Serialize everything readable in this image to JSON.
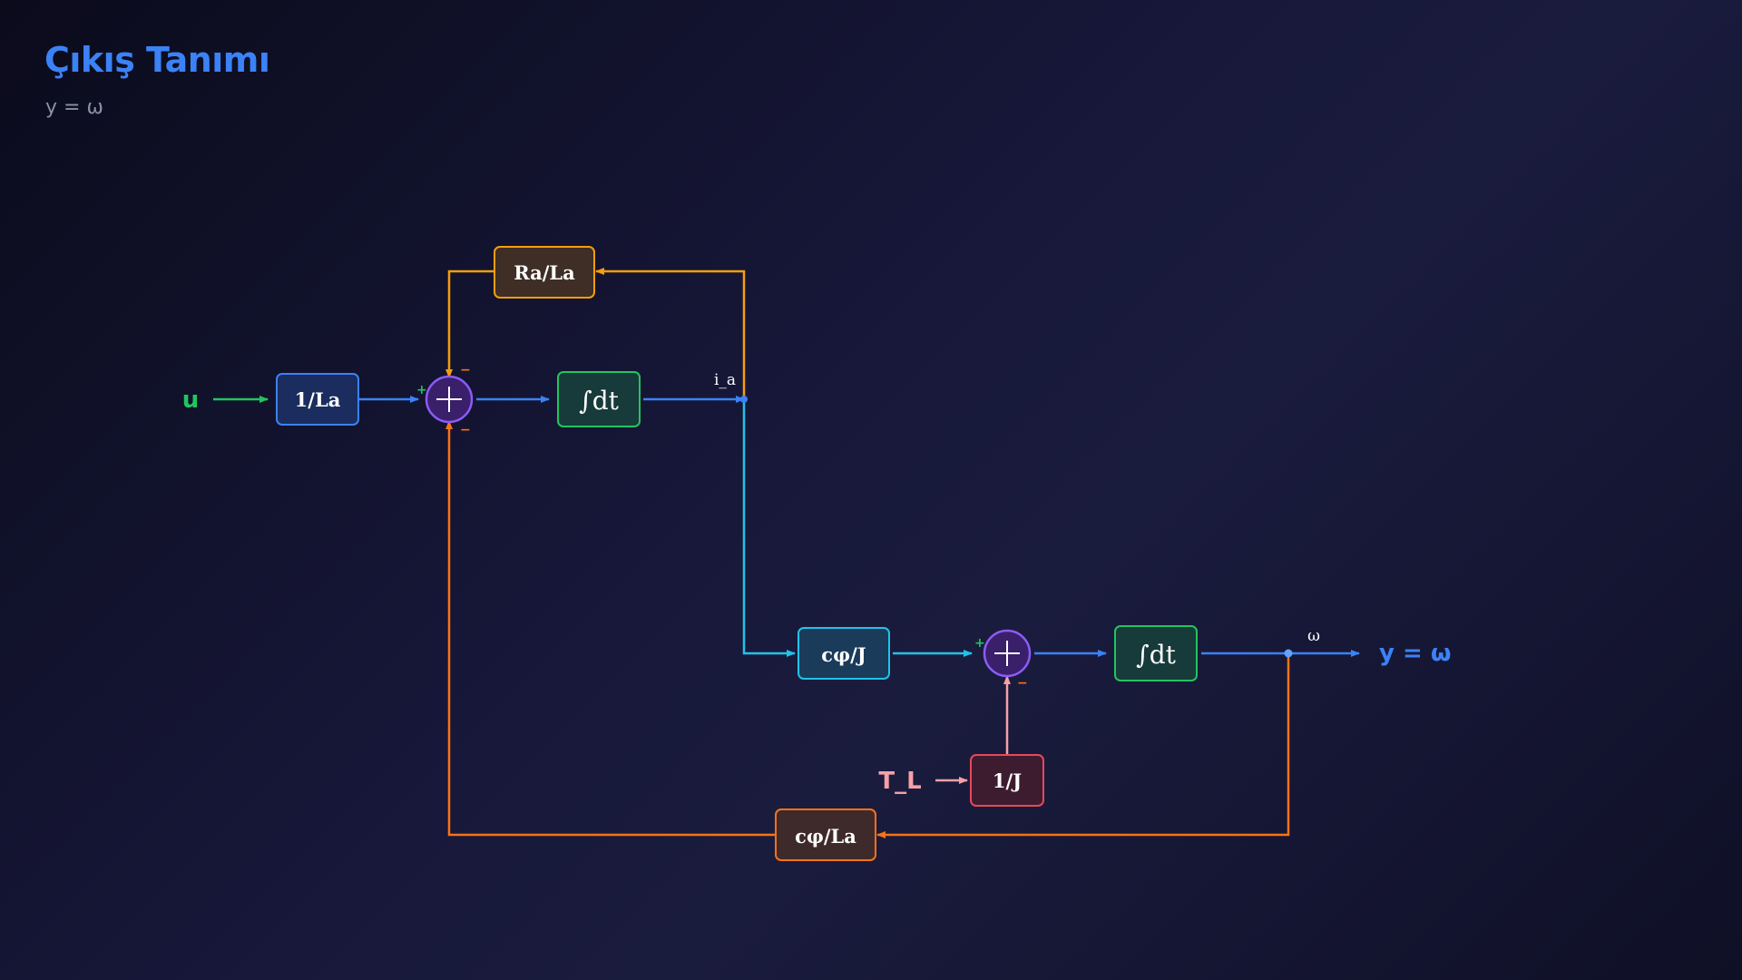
{
  "title": "Çıkış Tanımı",
  "subtitle": "y = ω",
  "signals": {
    "input_u": "u",
    "disturbance": "T_L",
    "output": "y = ω",
    "node_current": "i_a",
    "node_speed": "ω"
  },
  "blocks": {
    "gain_1_la": "1/La",
    "ra_la": "Ra/La",
    "integrator_1": "∫dt",
    "cphi_j": "cφ/J",
    "integrator_2": "∫dt",
    "inv_j": "1/J",
    "cphi_la": "cφ/La"
  },
  "signs": {
    "sum1_plus": "+",
    "sum1_top_minus": "−",
    "sum1_bottom_minus": "−",
    "sum2_plus": "+",
    "sum2_minus": "−"
  },
  "colors": {
    "input": "#22c55e",
    "forward": "#3b82f6",
    "current_path": "#22c3e8",
    "feedback_ra": "#f59e0b",
    "feedback_cphi": "#f97316",
    "disturbance": "#f5a0a8",
    "summer": "#8b5cf6",
    "output": "#3b82f6"
  }
}
